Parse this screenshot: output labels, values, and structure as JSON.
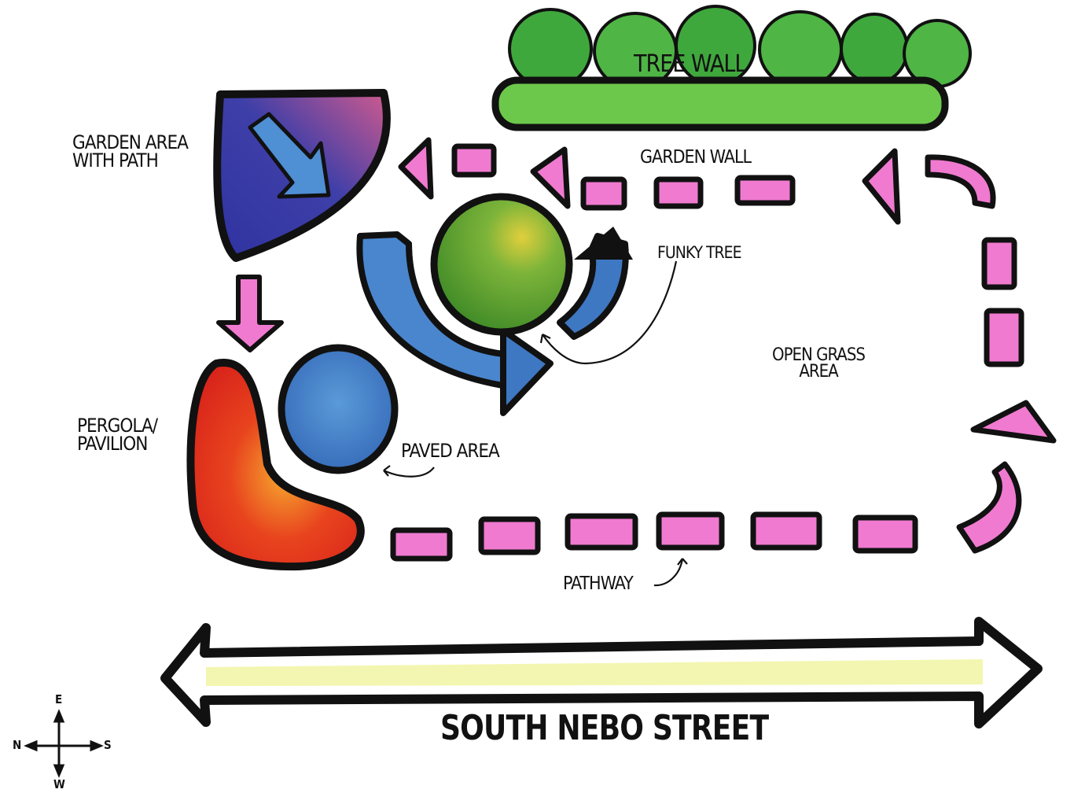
{
  "labels": {
    "tree_wall": "TREE WALL",
    "garden_area_line1": "GARDEN AREA",
    "garden_area_line2": "WITH PATH",
    "garden_wall": "GARDEN WALL",
    "funky_tree": "FUNKY TREE",
    "open_grass_line1": "OPEN GRASS",
    "open_grass_line2": "AREA",
    "pergola_line1": "PERGOLA/",
    "pergola_line2": "PAVILION",
    "paved_area": "PAVED AREA",
    "pathway": "PATHWAY",
    "street": "SOUTH NEBO STREET"
  },
  "compass": {
    "top": "E",
    "left": "N",
    "right": "S",
    "bottom": "W"
  },
  "colors": {
    "ink": "#111111",
    "tree_green": "#3aa53a",
    "wall_green": "#6cc24a",
    "garden_blue": "#3d3fa8",
    "garden_pink": "#c2568f",
    "path_pink": "#f07ad0",
    "funky_green": "#4e9a2a",
    "funky_yellow": "#d9c63a",
    "paved_blue": "#3f7cc7",
    "pergola_red": "#e0281c",
    "pergola_orange": "#f4a02a",
    "street_yellow": "#f3f6b0"
  }
}
